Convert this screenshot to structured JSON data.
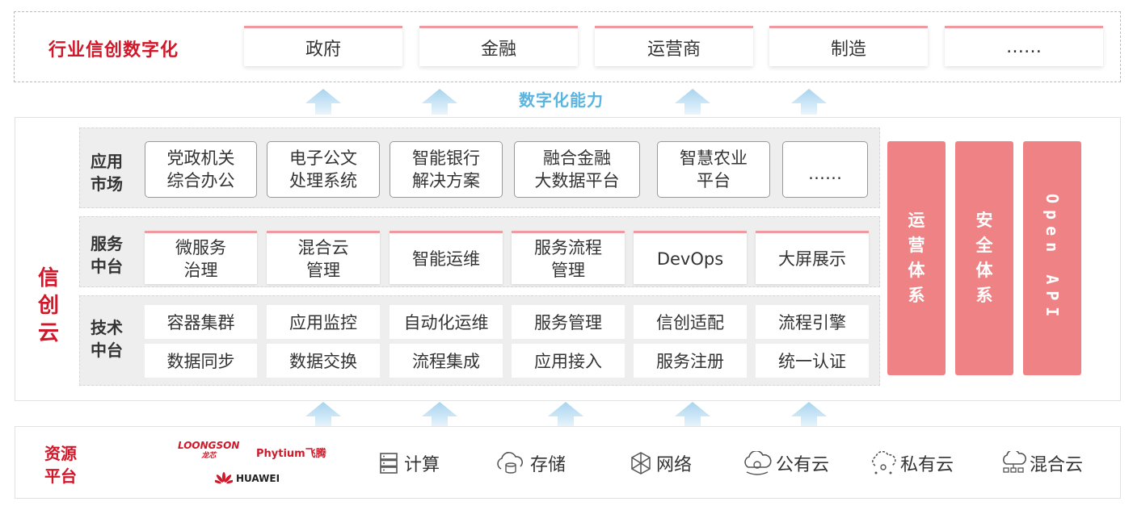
{
  "industry": {
    "title": "行业信创数字化",
    "tabs": [
      "政府",
      "金融",
      "运营商",
      "制造",
      "……"
    ]
  },
  "capability_label": "数字化能力",
  "cloud": {
    "title": "信创云",
    "app_market": {
      "label": "应用市场",
      "items": [
        [
          "党政机关",
          "综合办公"
        ],
        [
          "电子公文",
          "处理系统"
        ],
        [
          "智能银行",
          "解决方案"
        ],
        [
          "融合金融",
          "大数据平台"
        ],
        [
          "智慧农业",
          "平台"
        ],
        [
          "……"
        ]
      ]
    },
    "service_platform": {
      "label": "服务中台",
      "items": [
        [
          "微服务",
          "治理"
        ],
        [
          "混合云",
          "管理"
        ],
        [
          "智能运维"
        ],
        [
          "服务流程",
          "管理"
        ],
        [
          "DevOps"
        ],
        [
          "大屏展示"
        ]
      ]
    },
    "tech_platform": {
      "label": "技术中台",
      "row1": [
        "容器集群",
        "应用监控",
        "自动化运维",
        "服务管理",
        "信创适配",
        "流程引擎"
      ],
      "row2": [
        "数据同步",
        "数据交换",
        "流程集成",
        "应用接入",
        "服务注册",
        "统一认证"
      ]
    },
    "pillars": [
      "运营体系",
      "安全体系",
      "Open API"
    ]
  },
  "resource": {
    "title": "资源平台",
    "vendors": {
      "loongson": "LOONGSON",
      "loongson_cn": "龙芯",
      "phytium": "Phytium飞腾",
      "huawei": "HUAWEI"
    },
    "items": [
      {
        "icon": "server-icon",
        "label": "计算"
      },
      {
        "icon": "storage-cloud-icon",
        "label": "存储"
      },
      {
        "icon": "network-icon",
        "label": "网络"
      },
      {
        "icon": "public-cloud-icon",
        "label": "公有云"
      },
      {
        "icon": "private-cloud-icon",
        "label": "私有云"
      },
      {
        "icon": "hybrid-cloud-icon",
        "label": "混合云"
      }
    ]
  },
  "colors": {
    "accent_red": "#d0182a",
    "pillar_pink": "#ef8284",
    "capability_blue": "#5ab4e0"
  }
}
